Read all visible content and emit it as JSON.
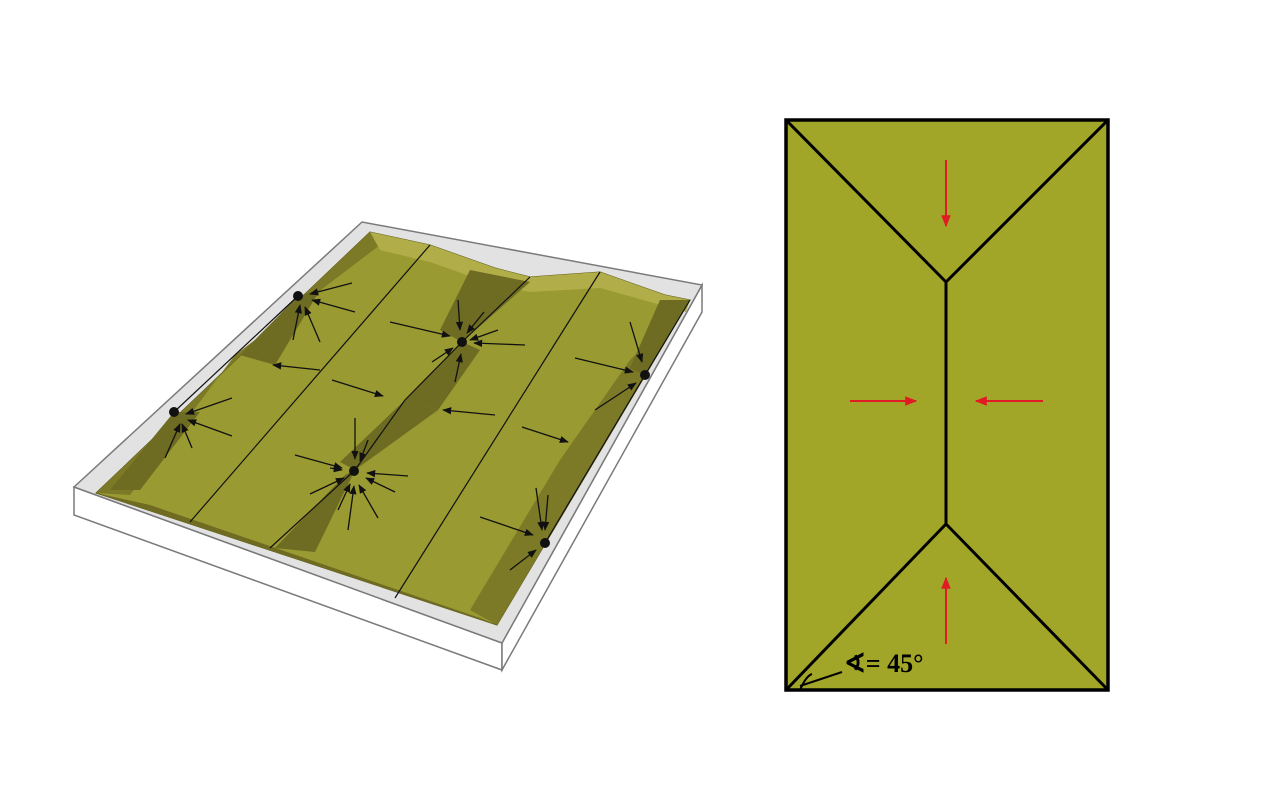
{
  "colors": {
    "background": "#ffffff",
    "surface_light": "#a2a628",
    "surface_mid": "#9a9a32",
    "surface_dark": "#7c7a26",
    "surface_shadow": "#5f5c1c",
    "tray_wall": "#ffffff",
    "tray_top": "#e2e2e2",
    "tray_edge": "#7a7a7a",
    "ridge_line": "#111111",
    "flow_arrow_3d": "#111111",
    "flow_arrow_plan": "#e01b24",
    "drain_point": "#111111"
  },
  "icons": {
    "drain_point": "filled-circle",
    "flow_arrow": "arrow-right"
  },
  "plan_view": {
    "angle_label": "∢= 45°"
  }
}
